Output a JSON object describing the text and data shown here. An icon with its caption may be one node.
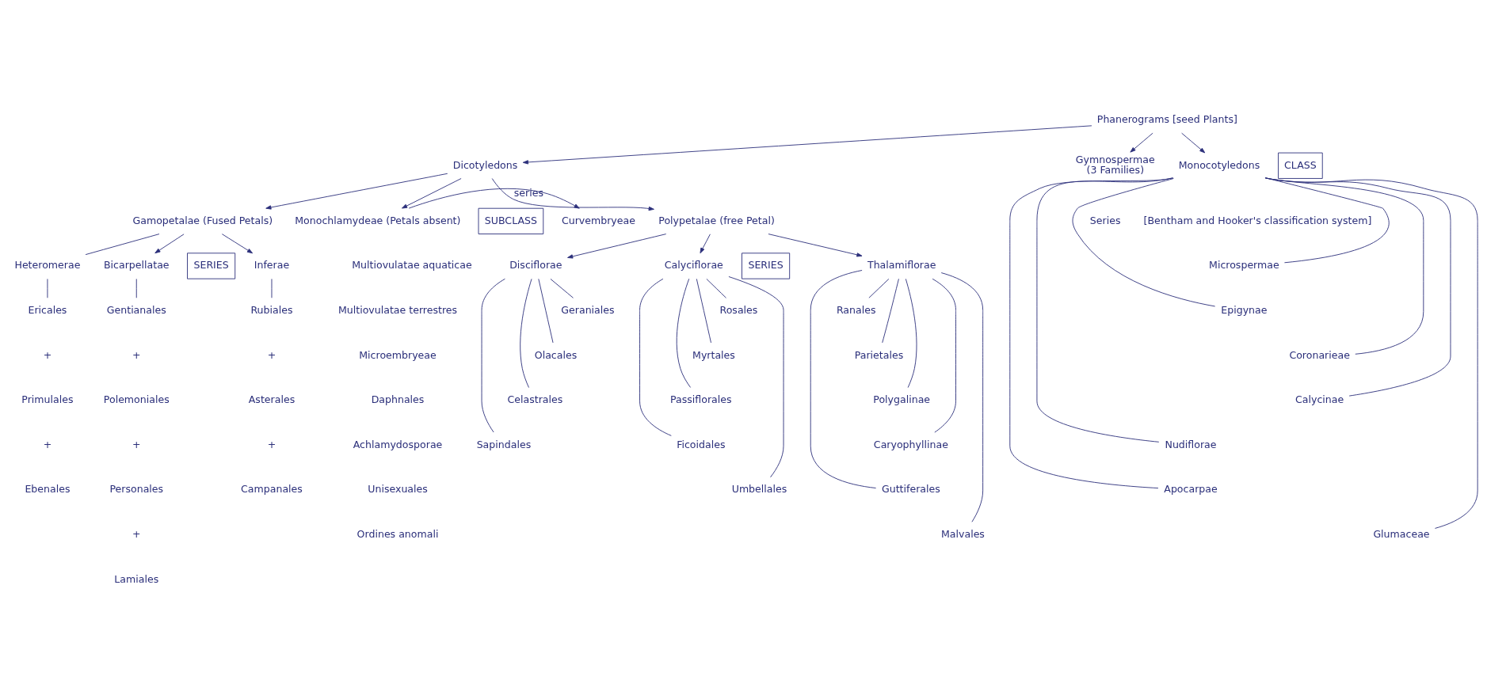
{
  "diagram": {
    "nodes": [
      {
        "text": [
          "Phanerograms [seed Plants]"
        ]
      },
      {
        "text": [
          "Dicotyledons"
        ]
      },
      {
        "text": [
          "Gymnospermae"
        ],
        "beside": [
          "(3 Families)"
        ]
      },
      {
        "text": [
          "Monocotyledons"
        ]
      },
      {
        "text": [
          "Polypetalae (free Petal)"
        ]
      },
      {
        "text": [
          "Gamopetalae (Fused Petals)"
        ]
      },
      {
        "text": [
          "Monochlamydeae (Petals absent)"
        ]
      },
      {
        "text": [
          "Thalamiflorae"
        ]
      },
      {
        "text": [
          "Disciflorae"
        ]
      },
      {
        "text": [
          "Calyciflorae"
        ]
      },
      {
        "text": [
          "Ranales"
        ]
      },
      {
        "text": [
          "Parietales"
        ]
      },
      {
        "text": [
          "Polygalinae"
        ]
      },
      {
        "text": [
          "Caryophyllinae"
        ]
      },
      {
        "text": [
          "Guttiferales"
        ]
      },
      {
        "text": [
          "Malvales"
        ]
      },
      {
        "text": [
          "Geraniales"
        ]
      },
      {
        "text": [
          "Olacales"
        ]
      },
      {
        "text": [
          "Celastrales"
        ]
      },
      {
        "text": [
          "Sapindales"
        ]
      },
      {
        "text": [
          "Rosales"
        ]
      },
      {
        "text": [
          "Myrtales"
        ]
      },
      {
        "text": [
          "Passiflorales"
        ]
      },
      {
        "text": [
          "Ficoidales"
        ]
      },
      {
        "text": [
          "Umbellales"
        ]
      },
      {
        "text": [
          "Inferae"
        ]
      },
      {
        "text": [
          "Rubiales"
        ]
      },
      {
        "text": [
          "Asterales"
        ]
      },
      {
        "text": [
          "Campanales"
        ]
      },
      {
        "text": [
          "Heteromerae"
        ]
      },
      {
        "text": [
          "Ericales"
        ]
      },
      {
        "text": [
          "Primulales"
        ]
      },
      {
        "text": [
          "Ebenales"
        ]
      },
      {
        "text": [
          "Bicarpellatae"
        ]
      },
      {
        "text": [
          "Gentianales"
        ]
      },
      {
        "text": [
          "Polemoniales"
        ]
      },
      {
        "text": [
          "Personales"
        ]
      },
      {
        "text": [
          "Lamiales"
        ]
      },
      {
        "text": [
          "Curvembryeae"
        ]
      },
      {
        "text": [
          "Multiovulatae aquaticae"
        ]
      },
      {
        "text": [
          "Multiovulatae terrestres"
        ]
      },
      {
        "text": [
          "Microembryeae"
        ]
      },
      {
        "text": [
          "Daphnales"
        ]
      },
      {
        "text": [
          "Achlamydosporae"
        ]
      },
      {
        "text": [
          "Unisexuales"
        ]
      },
      {
        "text": [
          "Ordines anomali"
        ]
      },
      {
        "text": [
          "Microspermae"
        ]
      },
      {
        "text": [
          "Epigynae"
        ]
      },
      {
        "text": [
          "Coronarieae"
        ]
      },
      {
        "text": [
          "Calycinae"
        ]
      },
      {
        "text": [
          "Nudiflorae"
        ]
      },
      {
        "text": [
          "Apocarpae"
        ]
      },
      {
        "text": [
          "Glumaceae"
        ]
      }
    ],
    "edges": [
      {
        "from": 0,
        "to": 1,
        "arrow": "to"
      },
      {
        "from": 0,
        "to": 2,
        "arrow": "to"
      },
      {
        "from": 0,
        "to": 3,
        "arrow": "to"
      },
      {
        "from": 1,
        "to": 4,
        "arrow": "to"
      },
      {
        "from": 1,
        "to": 5,
        "arrow": "to"
      },
      {
        "from": 1,
        "to": 6,
        "arrow": "to"
      },
      {
        "from": 4,
        "to": 7,
        "arrow": "to"
      },
      {
        "from": 4,
        "to": 8,
        "arrow": "to"
      },
      {
        "from": 4,
        "to": 9,
        "arrow": "to"
      },
      {
        "from": 7,
        "to": 10,
        "arrow": "none"
      },
      {
        "from": 7,
        "to": 11,
        "arrow": "none"
      },
      {
        "from": 7,
        "to": 12,
        "arrow": "none"
      },
      {
        "from": 7,
        "to": 13,
        "arrow": "none"
      },
      {
        "from": 7,
        "to": 14,
        "arrow": "none"
      },
      {
        "from": 7,
        "to": 15,
        "arrow": "none"
      },
      {
        "from": 8,
        "to": 16,
        "arrow": "none"
      },
      {
        "from": 8,
        "to": 17,
        "arrow": "none"
      },
      {
        "from": 8,
        "to": 18,
        "arrow": "none"
      },
      {
        "from": 8,
        "to": 19,
        "arrow": "none"
      },
      {
        "from": 9,
        "to": 20,
        "arrow": "none"
      },
      {
        "from": 9,
        "to": 21,
        "arrow": "none"
      },
      {
        "from": 9,
        "to": 22,
        "arrow": "none"
      },
      {
        "from": 9,
        "to": 23,
        "arrow": "none"
      },
      {
        "from": 9,
        "to": 24,
        "arrow": "none"
      },
      {
        "from": 5,
        "to": 25,
        "arrow": "to"
      },
      {
        "from": 5,
        "to": 29,
        "arrow": "none"
      },
      {
        "from": 5,
        "to": 33,
        "arrow": "to"
      },
      {
        "from": 25,
        "to": 26,
        "arrow": "none"
      },
      {
        "from": 29,
        "to": 30,
        "arrow": "none"
      },
      {
        "from": 33,
        "to": 34,
        "arrow": "none"
      },
      {
        "from": 6,
        "to": 38,
        "arrow": "to",
        "label": "series"
      },
      {
        "from": 3,
        "to": 46,
        "arrow": "none"
      },
      {
        "from": 3,
        "to": 47,
        "arrow": "none"
      },
      {
        "from": 3,
        "to": 48,
        "arrow": "none"
      },
      {
        "from": 3,
        "to": 49,
        "arrow": "none"
      },
      {
        "from": 3,
        "to": 50,
        "arrow": "none"
      },
      {
        "from": 3,
        "to": 51,
        "arrow": "none"
      },
      {
        "from": 3,
        "to": 52,
        "arrow": "none"
      }
    ],
    "labels": [
      "CLASS",
      "SUBCLASS",
      "SERIES",
      "SERIES",
      "Series",
      "[Bentham and Hooker's classification system]",
      "+",
      "+",
      "+",
      "+",
      "+",
      "+",
      "+"
    ]
  }
}
